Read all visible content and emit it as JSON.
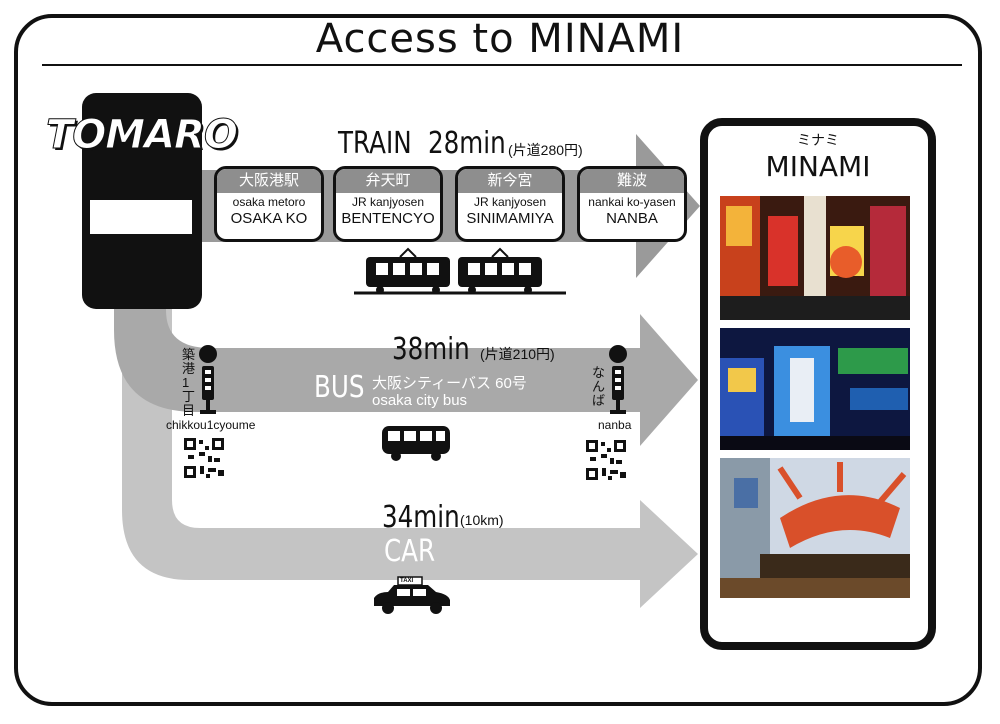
{
  "title": "Access to MINAMI",
  "origin": {
    "name": "TOMARO"
  },
  "destination": {
    "name_jp": "ミナミ",
    "name_en": "MINAMI"
  },
  "train": {
    "label": "TRAIN",
    "time": "28min",
    "fare": "(片道280円)",
    "stations": [
      {
        "jp": "大阪港駅",
        "line": "osaka metoro",
        "name": "OSAKA KO"
      },
      {
        "jp": "弁天町",
        "line": "JR kanjyosen",
        "name": "BENTENCYO"
      },
      {
        "jp": "新今宮",
        "line": "JR kanjyosen",
        "name": "SINIMAMIYA"
      },
      {
        "jp": "難波",
        "line": "nankai ko-yasen",
        "name": "NANBA"
      }
    ]
  },
  "bus": {
    "label": "BUS",
    "time": "38min",
    "fare": "(片道210円)",
    "company_jp": "大阪シティーバス 60号",
    "company_en": "osaka city bus",
    "stop_from_jp": "築港1丁目",
    "stop_from": "chikkou1cyoume",
    "stop_to_jp": "なんば",
    "stop_to": "nanba"
  },
  "car": {
    "label": "CAR",
    "time": "34min",
    "distance": "(10km)",
    "taxi_sign": "TAXI"
  },
  "colors": {
    "train_arrow": "#9a9a9a",
    "bus_arrow": "#a9a9a9",
    "car_arrow": "#c4c4c4",
    "station_header": "#8e8e8e"
  },
  "icons": [
    "train-icon",
    "bus-icon",
    "taxi-icon",
    "bus-stop-icon",
    "qr-code-icon"
  ]
}
